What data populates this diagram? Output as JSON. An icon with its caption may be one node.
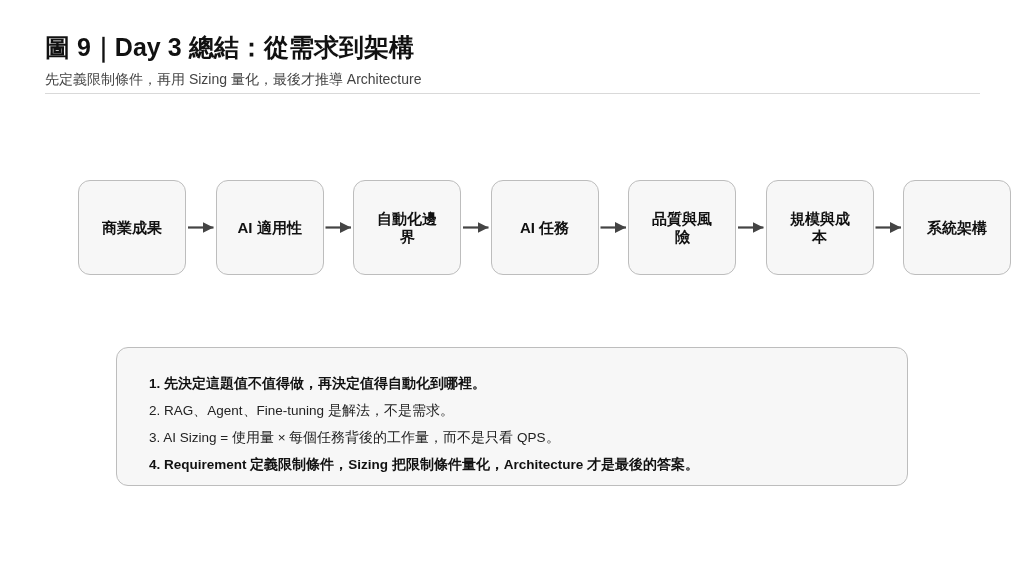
{
  "diagram": {
    "title": "圖 9｜Day 3 總結：從需求到架構",
    "nodes": [
      {
        "text": [
          "商業成果"
        ]
      },
      {
        "text": [
          "AI 適用性"
        ]
      },
      {
        "text": [
          "自動化邊界"
        ]
      },
      {
        "text": [
          "AI 任務"
        ]
      },
      {
        "text": [
          "品質與風險"
        ]
      },
      {
        "text": [
          "規模與成本"
        ]
      },
      {
        "text": [
          "系統架構"
        ]
      },
      {
        "text": [
          "1. 先決定這題值不值得做，再決定值得自動化到哪裡。",
          "2. RAG、Agent、Fine-tuning 是解法，不是需求。",
          "3. AI Sizing = 使用量 × 每個任務背後的工作量，而不是只看 QPS。",
          "4. Requirement 定義限制條件，Sizing 把限制條件量化，Architecture 才是最後的答案。"
        ]
      }
    ],
    "edges": [
      {
        "from": 0,
        "to": 1,
        "arrow": "to"
      },
      {
        "from": 1,
        "to": 2,
        "arrow": "to"
      },
      {
        "from": 2,
        "to": 3,
        "arrow": "to"
      },
      {
        "from": 3,
        "to": 4,
        "arrow": "to"
      },
      {
        "from": 4,
        "to": 5,
        "arrow": "to"
      },
      {
        "from": 5,
        "to": 6,
        "arrow": "to"
      }
    ],
    "labels": [
      "先定義限制條件，再用 Sizing 量化，最後才推導 Architecture"
    ]
  }
}
